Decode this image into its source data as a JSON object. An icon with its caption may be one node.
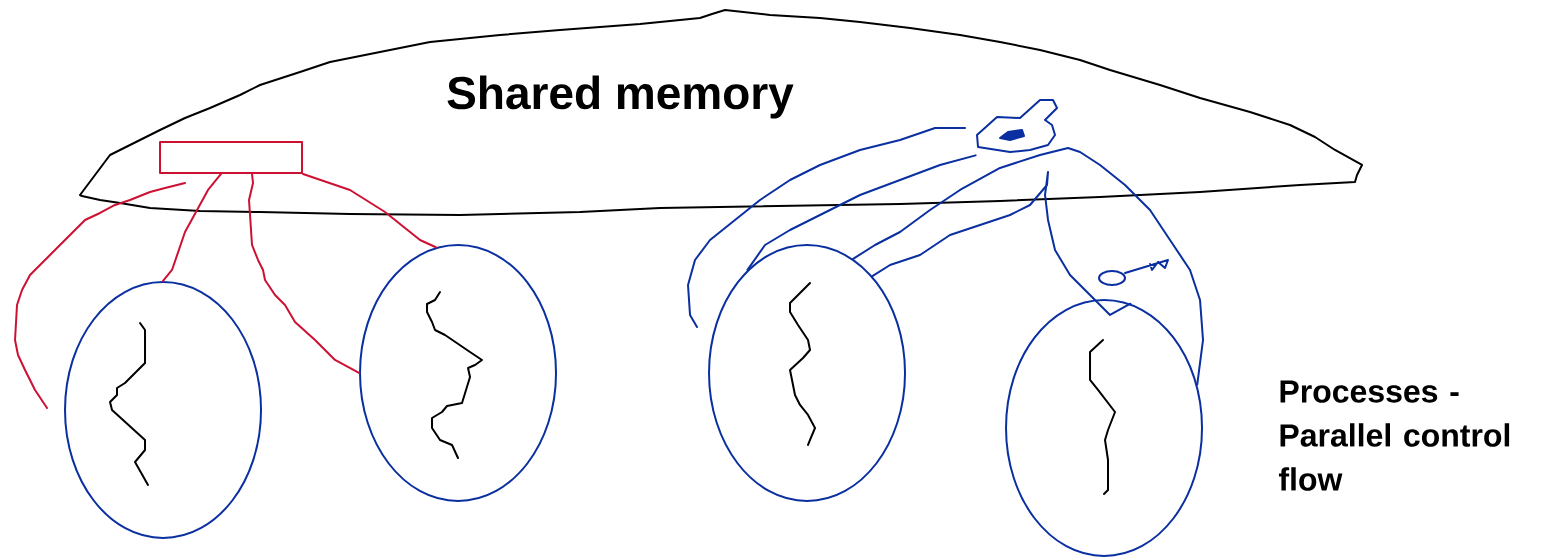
{
  "diagram": {
    "nodes": [
      {
        "text": [
          "Shared memory"
        ]
      },
      {
        "text": [],
        "shape": "box",
        "in": 0
      },
      {
        "text": [],
        "shape": "picture",
        "in": 0
      },
      {
        "text": [],
        "shape": "circle"
      },
      {
        "text": [],
        "shape": "circle"
      },
      {
        "text": [],
        "shape": "circle"
      },
      {
        "text": [],
        "shape": "circle"
      }
    ],
    "edges": [
      {
        "from": 1,
        "to": 3,
        "arrow": "none",
        "color": "#cc1133"
      },
      {
        "from": 1,
        "to": 4,
        "arrow": "none",
        "color": "#cc1133"
      },
      {
        "from": 1,
        "to": 4,
        "arrow": "none",
        "color": "#cc1133"
      },
      {
        "from": 2,
        "to": 5,
        "arrow": "none",
        "color": "#0a2fa0"
      },
      {
        "from": 5,
        "to": 6,
        "arrow": "none",
        "color": "#0a2fa0"
      },
      {
        "from": 5,
        "to": 6,
        "arrow": "none",
        "color": "#0a2fa0"
      }
    ],
    "labels": [
      "Processes - Parallel control flow"
    ]
  }
}
